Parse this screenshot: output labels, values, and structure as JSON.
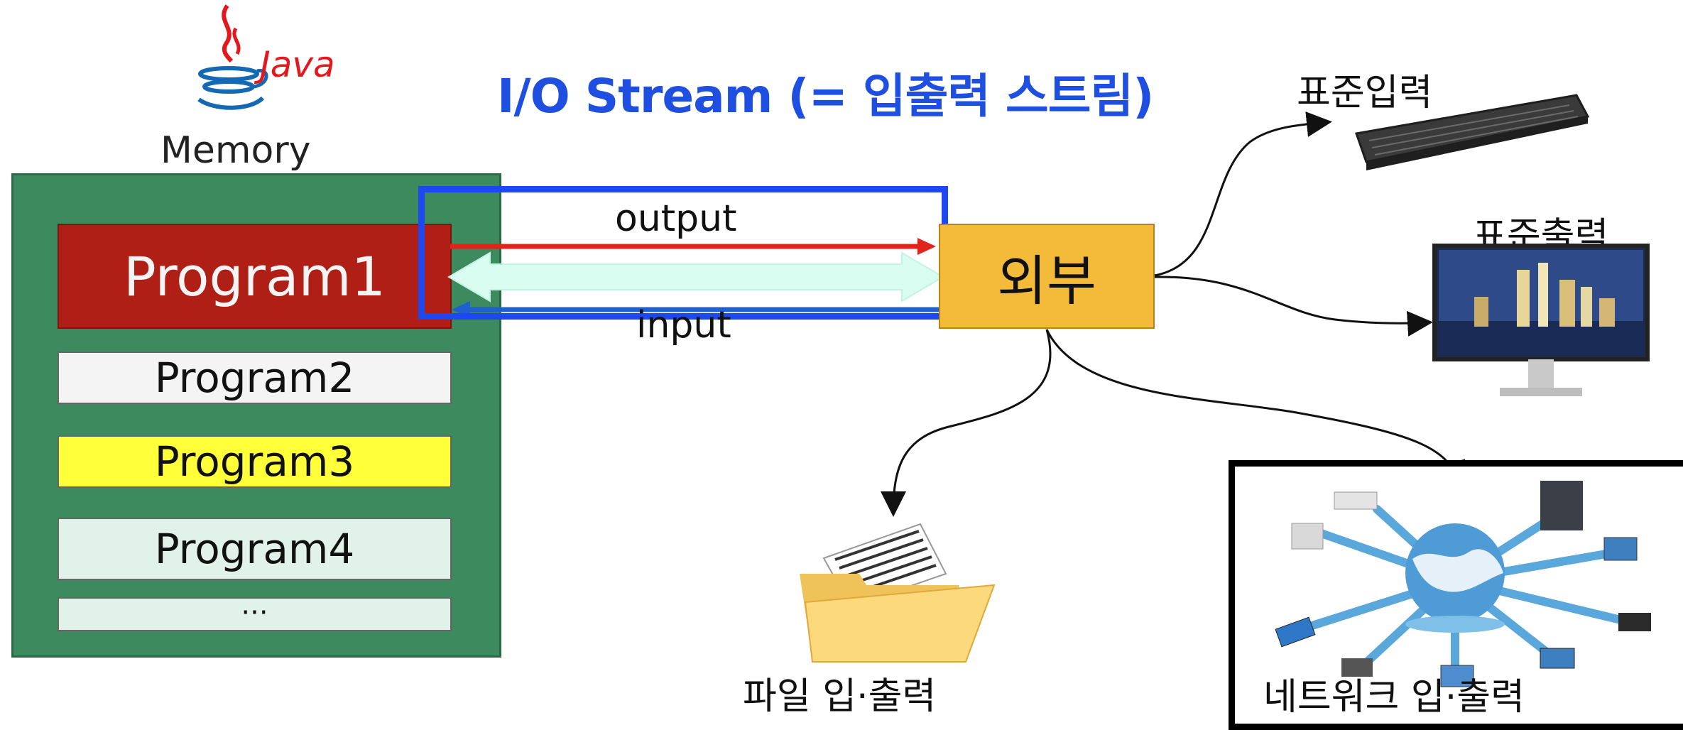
{
  "header": {
    "title": "I/O Stream (= 입출력 스트림)"
  },
  "java_logo": {
    "text": "Java"
  },
  "memory": {
    "label": "Memory",
    "programs": [
      "Program1",
      "Program2",
      "Program3",
      "Program4",
      "···"
    ]
  },
  "stream": {
    "output_label": "output",
    "input_label": "input"
  },
  "external": {
    "label": "외부"
  },
  "targets": {
    "std_in": "표준입력",
    "std_out": "표준출력",
    "file_io": "파일 입·출력",
    "network_io": "네트워크 입·출력"
  },
  "colors": {
    "title": "#1f4fe0",
    "memory_bg": "#3d8a5e",
    "program1": "#b01f16",
    "program3": "#ffff3a",
    "external": "#f4bb3a",
    "output_arrow": "#e0241c",
    "input_arrow": "#1f5fd0",
    "stream_box": "#1d47f0"
  }
}
